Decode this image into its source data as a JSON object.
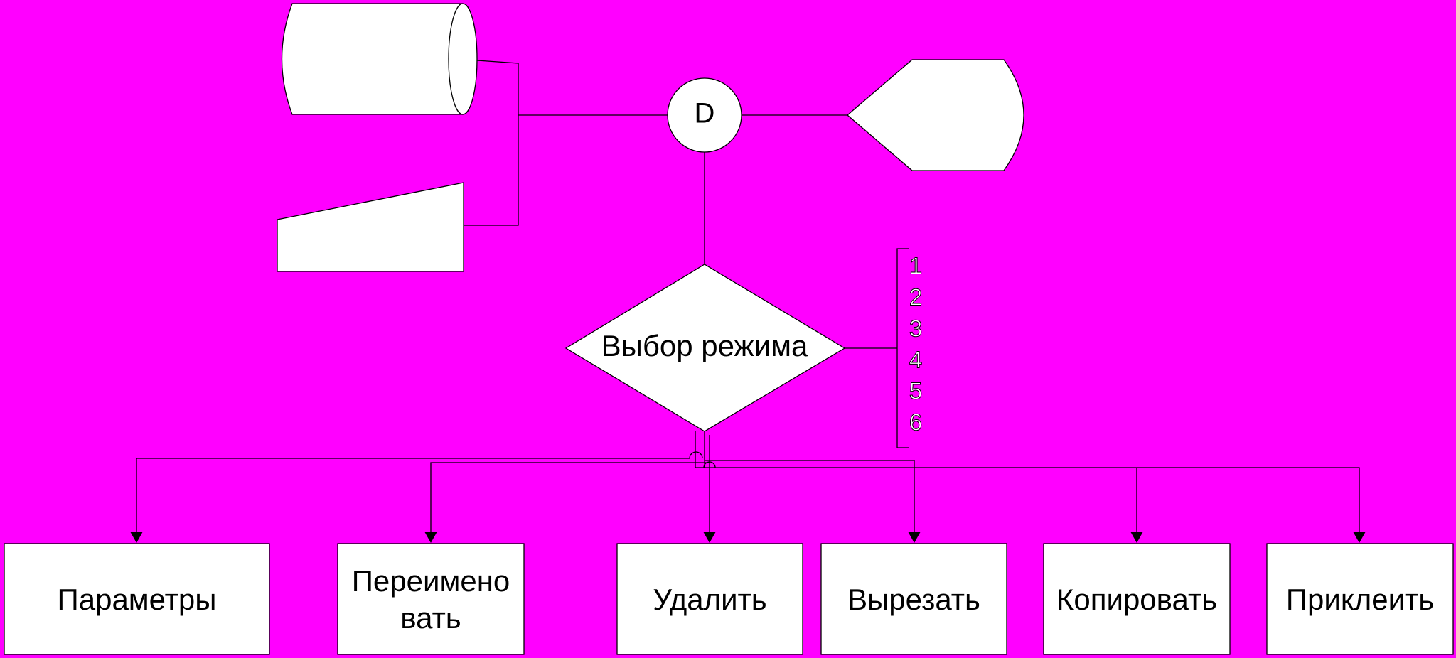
{
  "colors": {
    "background": "#ff00ff",
    "shape_fill": "#ffffff",
    "stroke": "#000000"
  },
  "connector_node": {
    "label": "D"
  },
  "decision": {
    "label": "Выбор режима"
  },
  "mode_numbers": [
    "1",
    "2",
    "3",
    "4",
    "5",
    "6"
  ],
  "actions": [
    {
      "label_lines": [
        "Параметры"
      ]
    },
    {
      "label_lines": [
        "Переимено",
        "вать"
      ]
    },
    {
      "label_lines": [
        "Удалить"
      ]
    },
    {
      "label_lines": [
        "Вырезать"
      ]
    },
    {
      "label_lines": [
        "Копировать"
      ]
    },
    {
      "label_lines": [
        "Приклеить"
      ]
    }
  ]
}
